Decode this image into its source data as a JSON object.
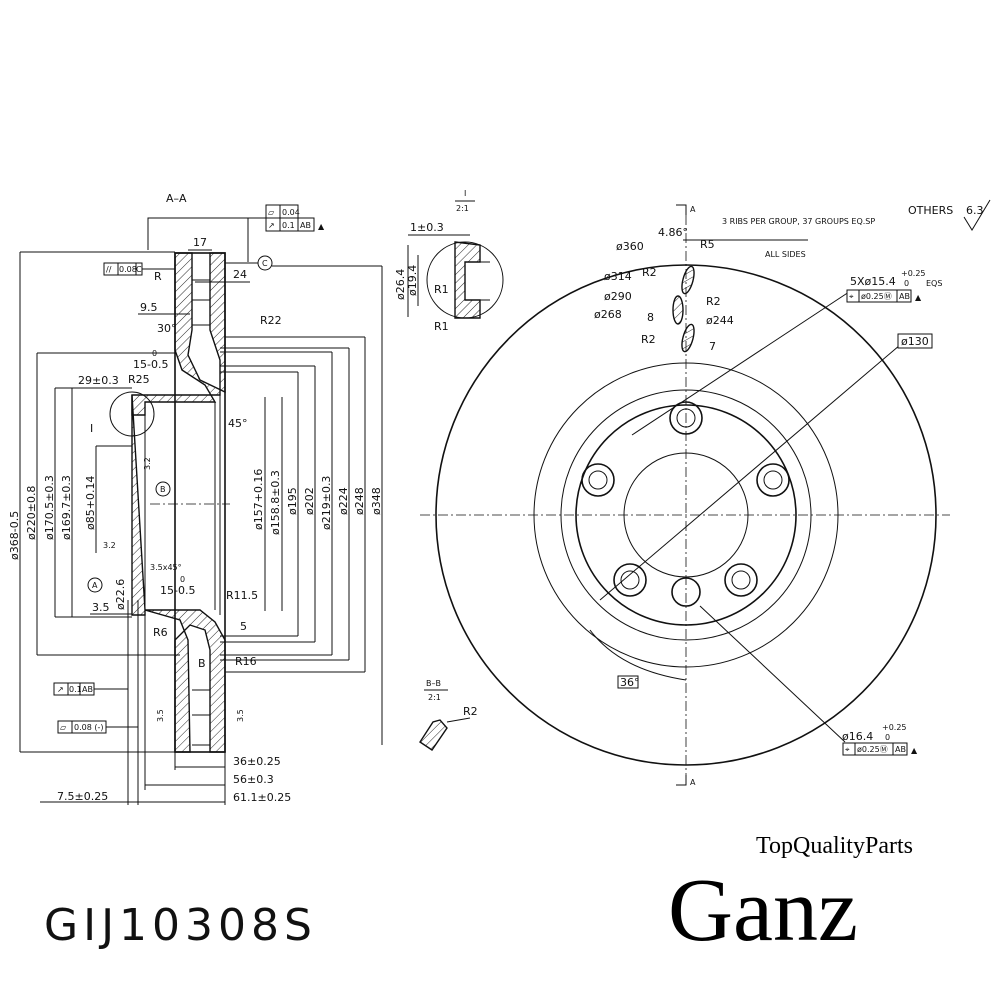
{
  "part_number": "GIJ10308S",
  "brand": {
    "name": "Ganz",
    "tagline": "TopQualityParts"
  },
  "section_aa": {
    "title": "A–A",
    "tol_flatness": "0.04",
    "tol_runout": "0.1",
    "tol_runout_datum": "AB",
    "tol_parallel": "0.08",
    "tol_parallel_datum": "C",
    "datum_c": "C",
    "datum_a": "A",
    "datum_b": "B",
    "detail_i": "I",
    "dims": {
      "d17": "17",
      "d24": "24",
      "r": "R",
      "d9_5": "9.5",
      "a30": "30°",
      "r22": "R22",
      "d15a": "15-0.5",
      "d15a_sup": "0",
      "d29": "29±0.3",
      "r25": "R25",
      "a45": "45°",
      "ra32a": "3.2",
      "ra32b": "3.2",
      "chamfer": "3.5x45°",
      "d15b": "15-0.5",
      "d15b_sup": "0",
      "r11_5": "R11.5",
      "d3_5": "3.5",
      "r6": "R6",
      "d5": "5",
      "b": "B",
      "r16": "R16",
      "ra35l": "3.5",
      "ra35r": "3.5",
      "d36": "36±0.25",
      "d56": "56±0.3",
      "d61": "61.1±0.25",
      "d7_5": "7.5±0.25",
      "dia22_6": "ø22.6"
    },
    "diameters": [
      "ø368-0.5",
      "ø220±0.8",
      "ø170.5±0.3",
      "ø169.7±0.3",
      "ø85+0.14",
      "ø157+0.16",
      "ø158.8±0.3",
      "ø195",
      "ø202",
      "ø219±0.3",
      "ø224",
      "ø248",
      "ø348"
    ],
    "tol_runout2": "0.1",
    "tol_runout2_datum": "AB",
    "tol_flat2": "0.08 (-)"
  },
  "detail_i": {
    "title": "I",
    "scale": "2:1",
    "d1": "1±0.3",
    "dia26": "ø26.4",
    "dia19": "ø19.4",
    "r1a": "R1",
    "r1b": "R1"
  },
  "front_view": {
    "section_mark": "A",
    "ribs_note": "3 RIBS PER GROUP, 37 GROUPS EQ.SP",
    "all_sides": "ALL SIDES",
    "others": "OTHERS",
    "others_val": "6.3",
    "a486": "4.86°",
    "r5": "R5",
    "d360": "ø360",
    "d314": "ø314",
    "r2a": "R2",
    "d290": "ø290",
    "r2b": "R2",
    "d268": "ø268",
    "d8": "8",
    "d244": "ø244",
    "r2c": "R2",
    "d7": "7",
    "holes": "5Xø15.4",
    "holes_tol": "+0.25",
    "holes_tol0": "0",
    "eqs": "EQS",
    "pos_tol": "ø0.25Ⓜ",
    "pos_datum": "AB",
    "d130": "ø130",
    "a36": "36°",
    "pin": "ø16.4",
    "pin_tol": "+0.25",
    "pin_tol0": "0",
    "pin_pos_tol": "ø0.25Ⓜ",
    "pin_datum": "AB"
  },
  "section_bb": {
    "title": "B–B",
    "scale": "2:1",
    "r2": "R2"
  }
}
